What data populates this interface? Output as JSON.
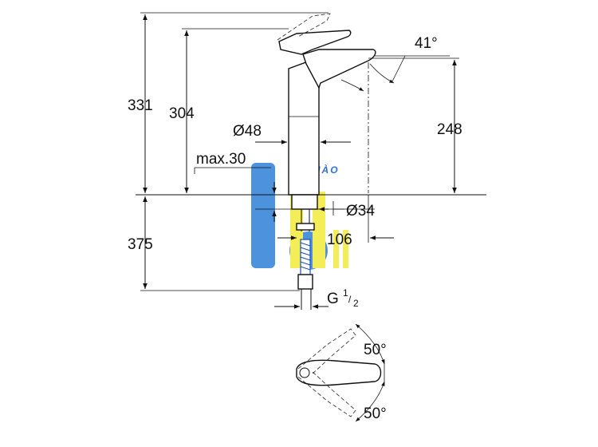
{
  "dimensions": {
    "total_height": "331",
    "spout_height": "304",
    "outlet_height": "248",
    "body_diameter": "Ø48",
    "deck_thickness": "max.30",
    "hole_diameter": "Ø34",
    "below_deck": "375",
    "reach": "106",
    "thread": "G",
    "thread_fraction_num": "1",
    "thread_fraction_den": "2",
    "spout_angle": "41°",
    "lever_left": "50°",
    "lever_right": "50°"
  },
  "watermark": {
    "brand": "LA HÀO",
    "logo_color": "#2f7fd6",
    "accent_color": "#f2ea3a"
  }
}
